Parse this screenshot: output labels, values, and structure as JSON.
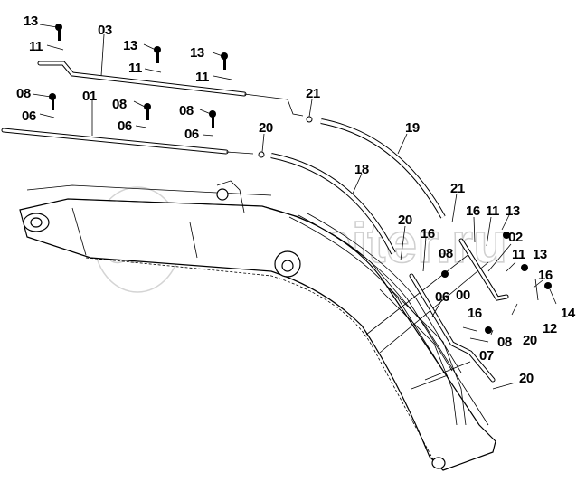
{
  "diagram": {
    "title": "Boom hydraulic piping — exploded parts view",
    "watermark": "autopiter.ru",
    "watermark_logo": "a>",
    "callouts": [
      {
        "id": "c13a",
        "label": "13"
      },
      {
        "id": "c11a",
        "label": "11"
      },
      {
        "id": "c03",
        "label": "03"
      },
      {
        "id": "c13b",
        "label": "13"
      },
      {
        "id": "c11b",
        "label": "11"
      },
      {
        "id": "c13c",
        "label": "13"
      },
      {
        "id": "c11c",
        "label": "11"
      },
      {
        "id": "c08a",
        "label": "08"
      },
      {
        "id": "c06a",
        "label": "06"
      },
      {
        "id": "c01",
        "label": "01"
      },
      {
        "id": "c08b",
        "label": "08"
      },
      {
        "id": "c06b",
        "label": "06"
      },
      {
        "id": "c08c",
        "label": "08"
      },
      {
        "id": "c06c",
        "label": "06"
      },
      {
        "id": "c20a",
        "label": "20"
      },
      {
        "id": "c21a",
        "label": "21"
      },
      {
        "id": "c19",
        "label": "19"
      },
      {
        "id": "c18",
        "label": "18"
      },
      {
        "id": "c21b",
        "label": "21"
      },
      {
        "id": "c16a",
        "label": "16"
      },
      {
        "id": "c11d",
        "label": "11"
      },
      {
        "id": "c13d",
        "label": "13"
      },
      {
        "id": "c02",
        "label": "02"
      },
      {
        "id": "c20b",
        "label": "20"
      },
      {
        "id": "c16b",
        "label": "16"
      },
      {
        "id": "c08d",
        "label": "08"
      },
      {
        "id": "c11e",
        "label": "11"
      },
      {
        "id": "c13e",
        "label": "13"
      },
      {
        "id": "c16c",
        "label": "16"
      },
      {
        "id": "c06d",
        "label": "06"
      },
      {
        "id": "c00",
        "label": "00"
      },
      {
        "id": "c14",
        "label": "14"
      },
      {
        "id": "c16d",
        "label": "16"
      },
      {
        "id": "c12",
        "label": "12"
      },
      {
        "id": "c08e",
        "label": "08"
      },
      {
        "id": "c20c",
        "label": "20"
      },
      {
        "id": "c07",
        "label": "07"
      },
      {
        "id": "c20d",
        "label": "20"
      }
    ]
  }
}
